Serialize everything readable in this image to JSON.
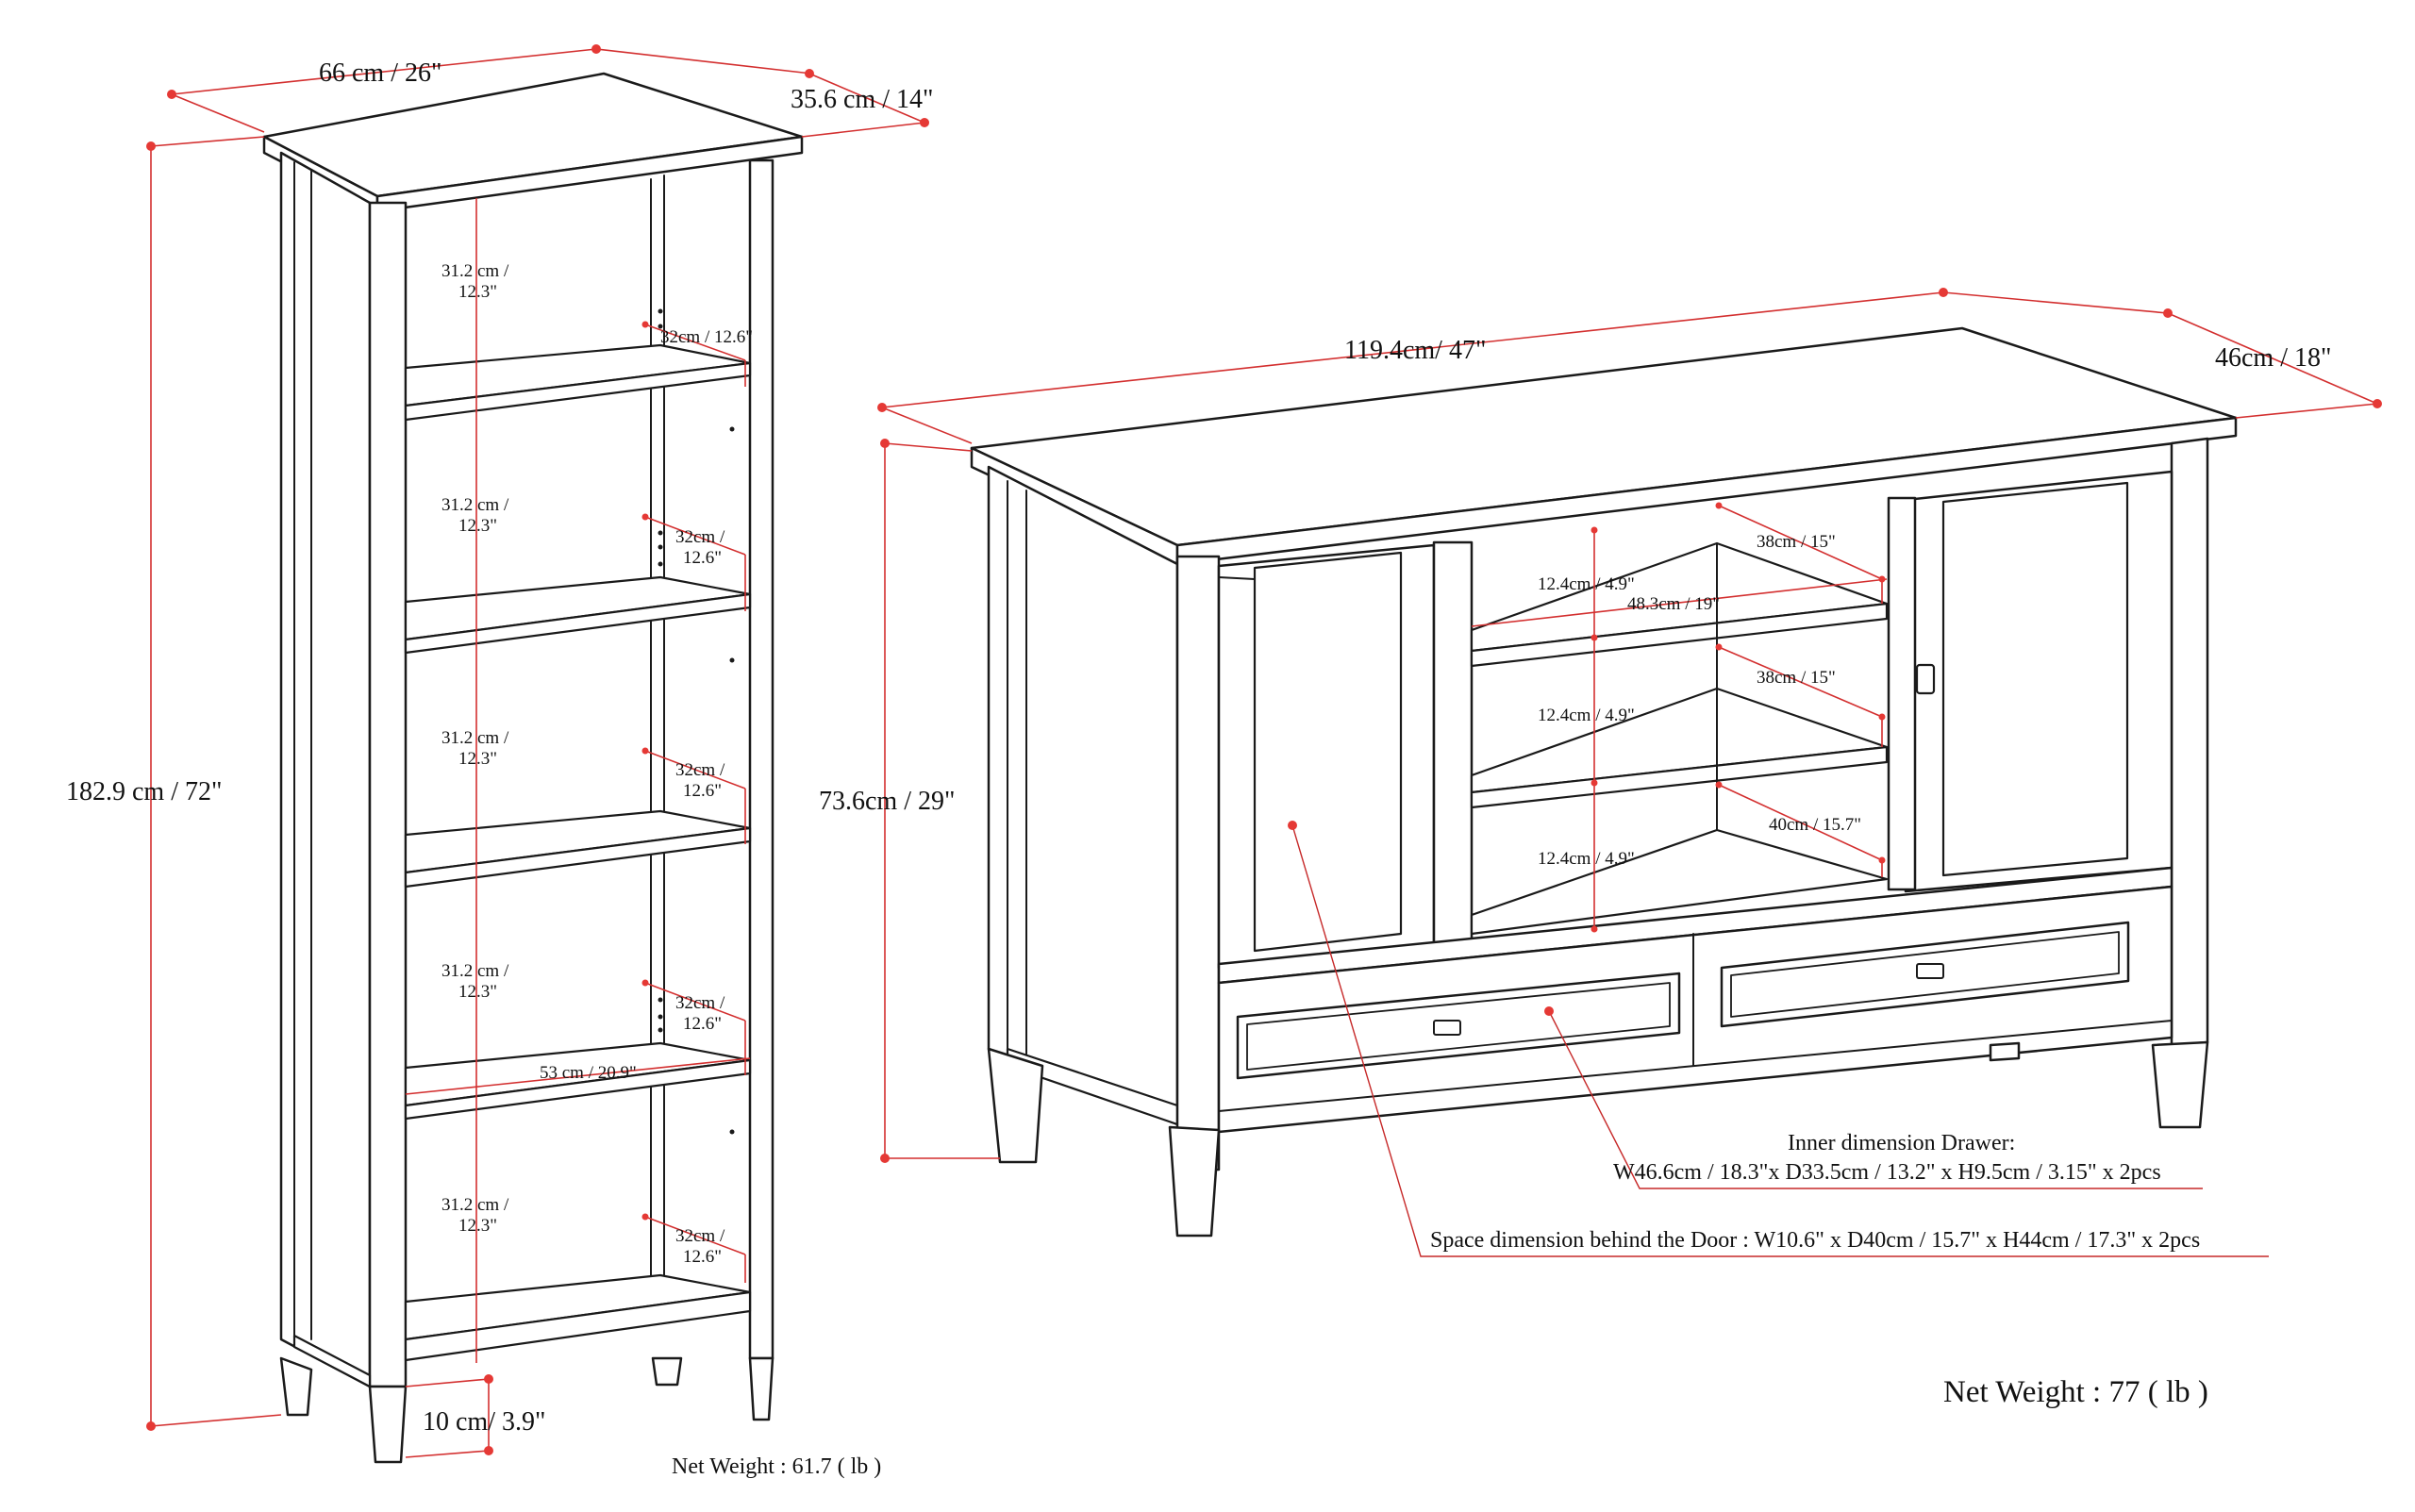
{
  "colors": {
    "ink": "#1a1a1a",
    "dimension_line": "#d32f2f",
    "dimension_dot": "#e53935",
    "background": "#ffffff"
  },
  "bookcase": {
    "width_label": "66 cm / 26\"",
    "depth_label": "35.6 cm / 14\"",
    "height_label": "182.9 cm / 72\"",
    "shelf_height_line1": "31.2 cm /",
    "shelf_height_line2": "12.3\"",
    "shelf_depth_top": "32cm / 12.6\"",
    "shelf_depth_line1": "32cm /",
    "shelf_depth_line2": "12.6\"",
    "inner_width_label": "53 cm / 20.9\"",
    "leg_height_label": "10 cm/ 3.9\"",
    "net_weight": "Net Weight : 61.7 ( lb )"
  },
  "tv_stand": {
    "width_label": "119.4cm/ 47\"",
    "depth_label": "46cm / 18\"",
    "height_label": "73.6cm / 29\"",
    "shelf_depth_1": "38cm / 15\"",
    "shelf_depth_2": "38cm / 15\"",
    "bottom_depth": "40cm / 15.7\"",
    "opening_height_1": "12.4cm / 4.9\"",
    "opening_height_2": "12.4cm / 4.9\"",
    "opening_height_3": "12.4cm / 4.9\"",
    "inner_width_label": "48.3cm / 19\"",
    "drawer_title": "Inner dimension Drawer:",
    "drawer_dimensions": "W46.6cm / 18.3\"x D33.5cm / 13.2\" x H9.5cm / 3.15\" x 2pcs",
    "door_space_note": "Space dimension behind the Door  : W10.6\" x D40cm / 15.7\" x H44cm / 17.3\" x 2pcs",
    "net_weight": "Net Weight : 77 ( lb )"
  }
}
